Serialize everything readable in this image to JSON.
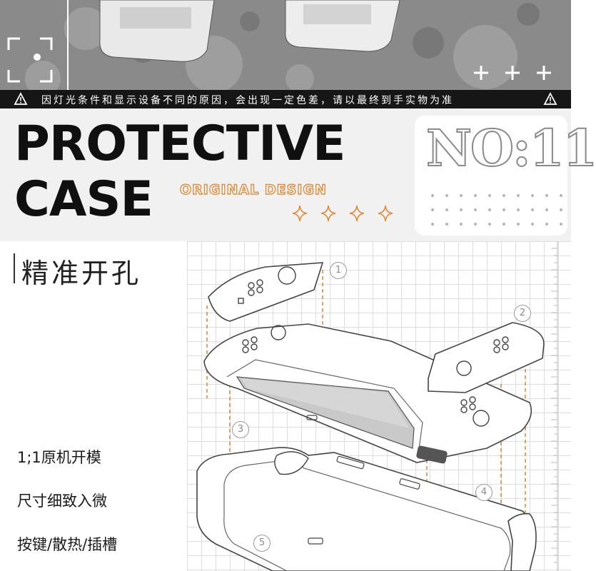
{
  "notice": {
    "text": "因灯光条件和显示设备不同的原因，会出现一定色差，请以最终到手实物为准"
  },
  "title": {
    "line1": "PROTECTIVE",
    "line2": "CASE",
    "subtitle": "ORIGINAL DESIGN"
  },
  "badge": {
    "text": "NO:11"
  },
  "section": {
    "title": "精准开孔"
  },
  "features": [
    "1;1原机开模",
    "尺寸细致入微",
    "按键/散热/插槽"
  ],
  "callouts": [
    "1",
    "2",
    "3",
    "4",
    "5"
  ],
  "colors": {
    "accent": "#e08a3a",
    "dark": "#161616",
    "panel": "#f1f1f1",
    "line": "#555555"
  },
  "icons": [
    "warning-icon",
    "camera-focus-icon",
    "plus-icon",
    "sparkle-icon"
  ]
}
